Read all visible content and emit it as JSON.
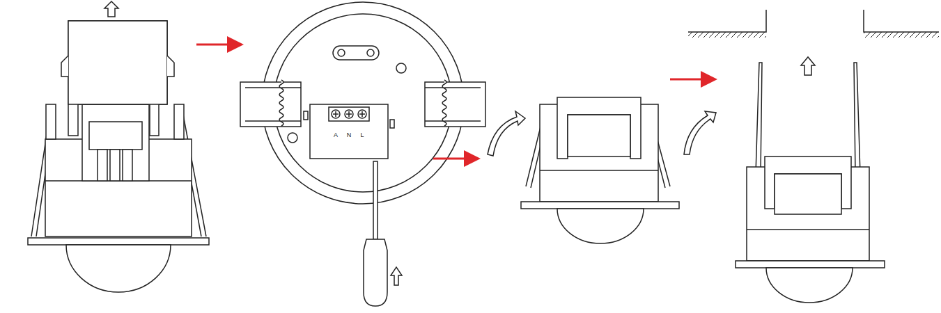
{
  "diagram": {
    "labels": [
      "A",
      "N",
      "L"
    ]
  }
}
